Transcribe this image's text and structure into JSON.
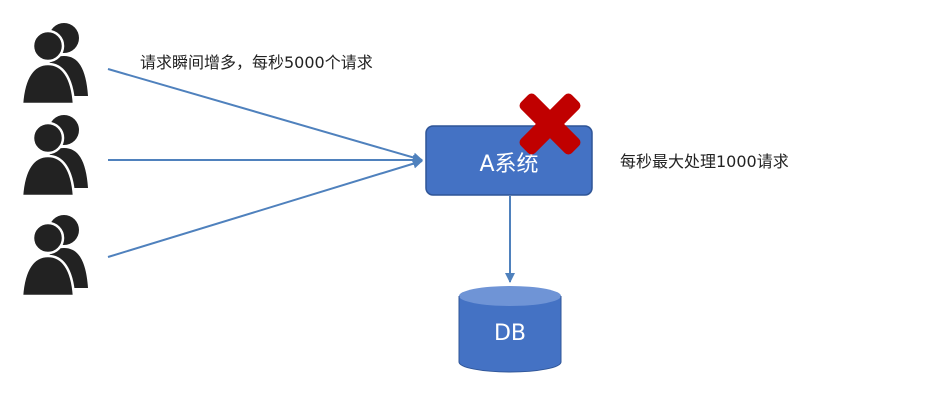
{
  "diagram": {
    "annotation_top": "请求瞬间增多，每秒5000个请求",
    "system_label": "A系统",
    "capacity_note": "每秒最大处理1000请求",
    "db_label": "DB"
  },
  "icons": {
    "users": [
      "user-group-icon",
      "user-group-icon",
      "user-group-icon"
    ],
    "failure": "red-x-icon"
  },
  "colors": {
    "arrow": "#4f81bd",
    "box": "#4472c4",
    "box_border": "#2f5597",
    "failure": "#c00000",
    "user_icon": "#222222",
    "text": "#222222"
  }
}
